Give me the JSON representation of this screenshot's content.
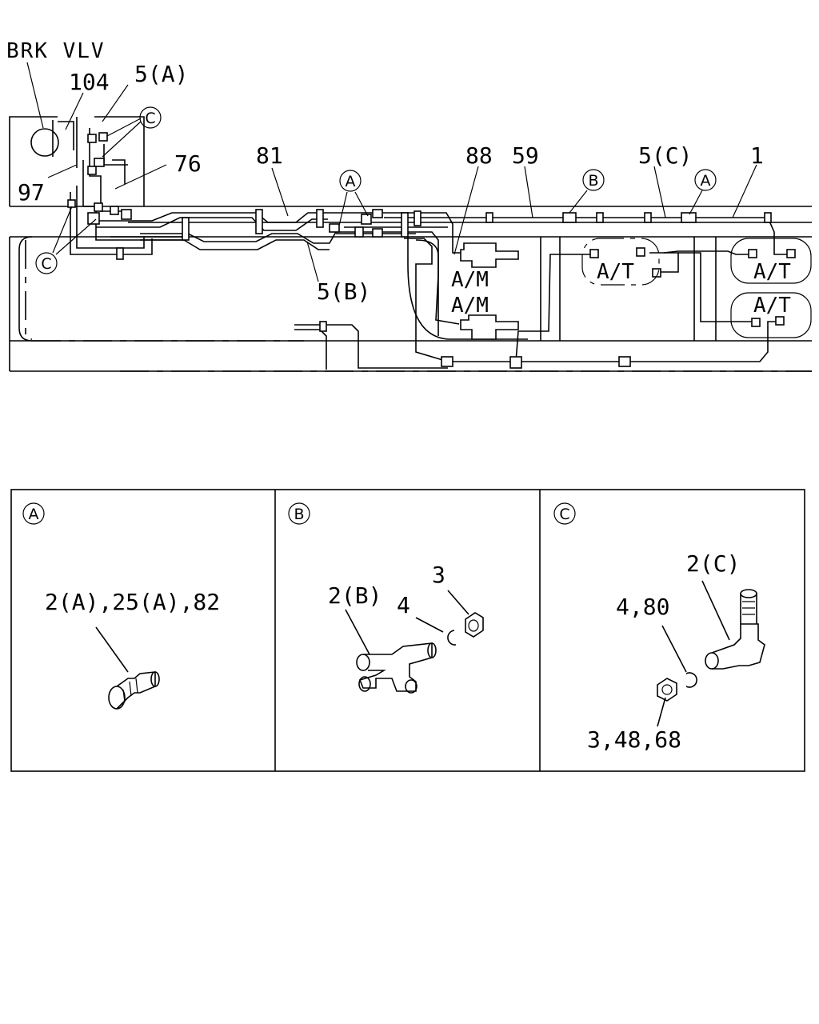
{
  "diagram": {
    "labels": {
      "brk_vlv": "BRK VLV",
      "n104": "104",
      "n5a": "5(A)",
      "n76": "76",
      "n97": "97",
      "n81": "81",
      "n88": "88",
      "n59": "59",
      "n5c": "5(C)",
      "n1": "1",
      "n5b": "5(B)",
      "am1": "A/M",
      "am2": "A/M",
      "at1": "A/T",
      "at2": "A/T",
      "at3": "A/T"
    },
    "callouts": {
      "a": "A",
      "b": "B",
      "c": "C"
    }
  },
  "details": {
    "panel_a": {
      "tag": "A",
      "parts": "2(A),25(A),82"
    },
    "panel_b": {
      "tag": "B",
      "part_tee": "2(B)",
      "part_4": "4",
      "part_3": "3"
    },
    "panel_c": {
      "tag": "C",
      "part_fitting": "2(C)",
      "part_washer": "4,80",
      "part_nut": "3,48,68"
    }
  }
}
